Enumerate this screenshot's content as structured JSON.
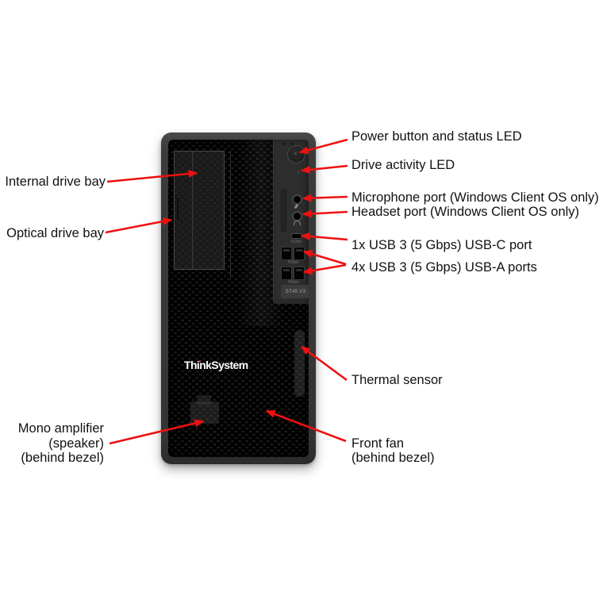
{
  "figure": {
    "type": "server-front-view-diagram",
    "product_logo": "ThinkSystem",
    "model_badge": "ST45 V3",
    "port_speed_label": "5Gbps"
  },
  "callouts_left": {
    "internal_drive_bay": "Internal drive bay",
    "optical_drive_bay": "Optical drive bay",
    "mono_amplifier": [
      "Mono amplifier",
      "(speaker)",
      "(behind bezel)"
    ]
  },
  "callouts_right": {
    "power_button": "Power button and status LED",
    "drive_activity_led": "Drive activity LED",
    "microphone_port": "Microphone port (Windows Client OS only)",
    "headset_port": "Headset port (Windows Client OS only)",
    "usb_c": "1x USB 3 (5 Gbps) USB-C port",
    "usb_a": "4x USB 3 (5 Gbps) USB-A ports",
    "thermal_sensor": "Thermal sensor",
    "front_fan": [
      "Front fan",
      "(behind bezel)"
    ]
  },
  "colors": {
    "arrow_red": "#ee1111",
    "logo_dot_red": "#e1251b",
    "label_text": "#111111"
  },
  "icons": {
    "power_button": "power-button-circle",
    "drive_activity_led": "led-dot",
    "microphone_jack": "audio-jack-3.5mm",
    "headset_jack": "audio-jack-3.5mm",
    "usb_c_port": "usb-c-receptacle",
    "usb_a_port": "usb-a-receptacle"
  }
}
